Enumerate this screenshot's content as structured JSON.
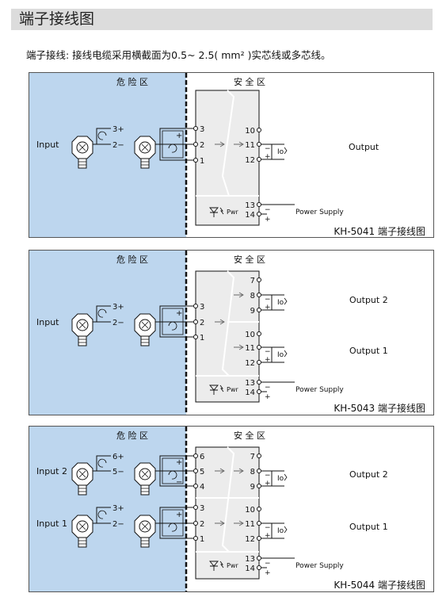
{
  "header": {
    "title": "端子接线图"
  },
  "note": "端子接线: 接线电缆采用横截面为0.5~ 2.5( mm² )实芯线或多芯线。",
  "zones": {
    "danger": "危 险 区",
    "safe": "安 全 区"
  },
  "labels": {
    "power_supply": "Power Supply",
    "pwr": "Pwr",
    "io": "Io"
  },
  "diagrams": [
    {
      "model": "KH-5041 端子接线图",
      "inputs": [
        {
          "label": "Input",
          "sensor_terminals": [
            "3+",
            "2−"
          ]
        }
      ],
      "input_terminals": [
        "3",
        "2",
        "1"
      ],
      "output_terminals": [
        "10",
        "11",
        "12"
      ],
      "outputs": [
        "Output"
      ],
      "power_terminals": [
        "13",
        "14"
      ]
    },
    {
      "model": "KH-5043 端子接线图",
      "inputs": [
        {
          "label": "Input",
          "sensor_terminals": [
            "3+",
            "2−"
          ]
        }
      ],
      "input_terminals": [
        "3",
        "2",
        "1"
      ],
      "output_terminals": [
        "7",
        "8",
        "9",
        "10",
        "11",
        "12"
      ],
      "outputs": [
        "Output 2",
        "Output 1"
      ],
      "power_terminals": [
        "13",
        "14"
      ]
    },
    {
      "model": "KH-5044 端子接线图",
      "inputs": [
        {
          "label": "Input 2",
          "sensor_terminals": [
            "6+",
            "5−"
          ]
        },
        {
          "label": "Input 1",
          "sensor_terminals": [
            "3+",
            "2−"
          ]
        }
      ],
      "input_terminals": [
        "6",
        "5",
        "4",
        "3",
        "2",
        "1"
      ],
      "output_terminals": [
        "7",
        "8",
        "9",
        "10",
        "11",
        "12"
      ],
      "outputs": [
        "Output 2",
        "Output 1"
      ],
      "power_terminals": [
        "13",
        "14"
      ]
    }
  ]
}
